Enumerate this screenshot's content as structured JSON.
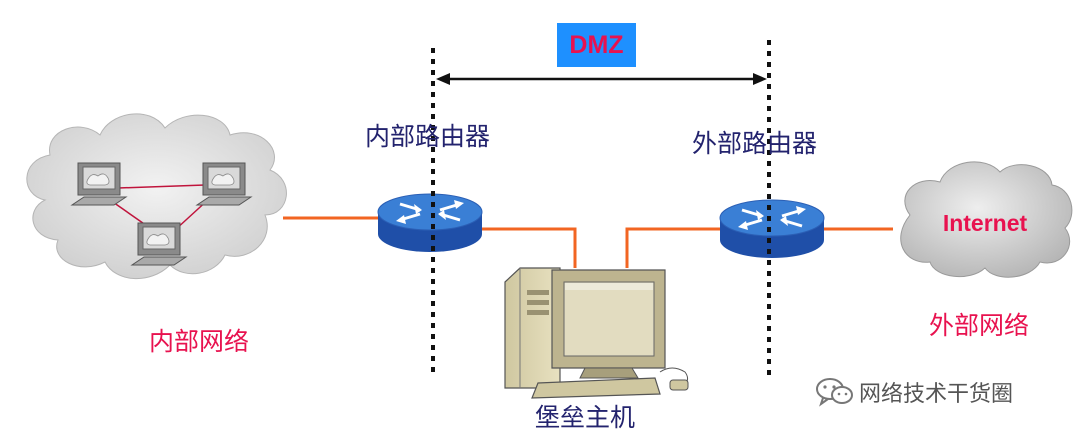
{
  "dmz_label": "DMZ",
  "inner_router_label": "内部路由器",
  "outer_router_label": "外部路由器",
  "inner_network_label": "内部网络",
  "outer_network_label": "外部网络",
  "bastion_host_label": "堡垒主机",
  "internet_label": "Internet",
  "watermark_text": "网络技术干货圈",
  "colors": {
    "link": "#f26522",
    "router_top": "#3a7fd5",
    "router_side": "#1f4fa8",
    "cloud": "#e3e3e3",
    "label_navy": "#23236e",
    "label_red": "#e8124f",
    "dmz_bg": "#1e90ff"
  }
}
